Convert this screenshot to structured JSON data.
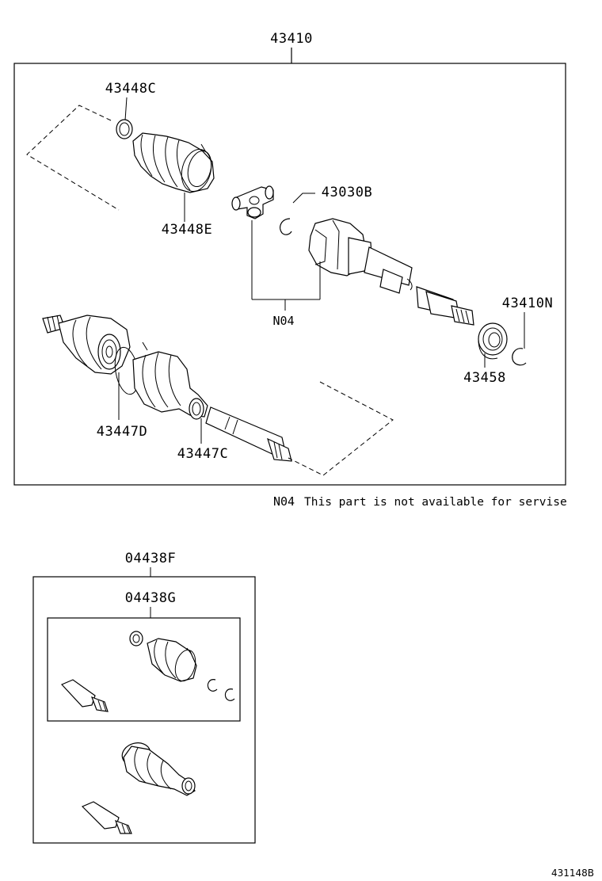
{
  "labels": {
    "assembly": "43410",
    "boot_clamp_outer": "43448C",
    "boot_outer": "43448E",
    "snap_ring": "43030B",
    "not_available_code": "N04",
    "shaft_assembly": "43410N",
    "bearing": "43458",
    "boot_inner": "43447D",
    "boot_clamp_inner": "43447C",
    "boot_kit_outer": "04438F",
    "boot_kit_inner": "04438G"
  },
  "footnote": {
    "code": "N04",
    "text": "This part is not available for servise"
  },
  "figure_ref": "431148B",
  "icons": [
    "boot-clamp-icon",
    "cv-boot-icon",
    "tripod-joint-icon",
    "snap-ring-icon",
    "outboard-joint-icon",
    "bearing-icon",
    "grease-tube-icon",
    "drive-shaft-icon"
  ]
}
